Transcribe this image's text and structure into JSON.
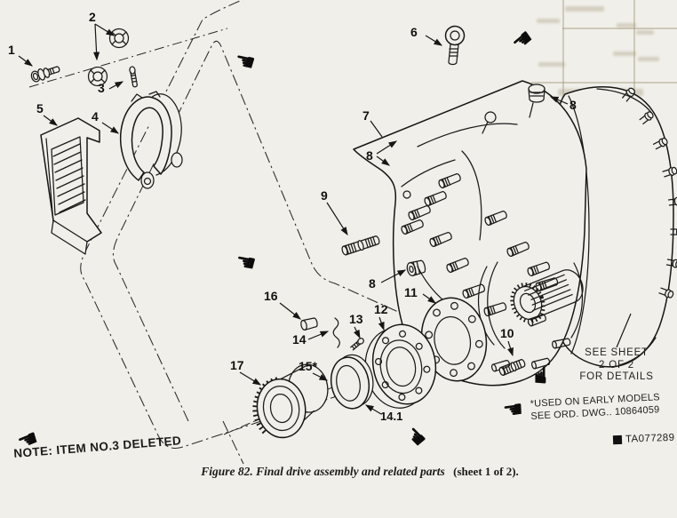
{
  "figure": {
    "caption": {
      "main": "Figure 82. Final drive assembly and related parts",
      "sheet": "(sheet 1 of 2)."
    },
    "note": "NOTE: ITEM NO.3 DELETED",
    "see_sheet": [
      "SEE SHEET",
      "2 OF 2",
      "FOR DETAILS"
    ],
    "footnote": {
      "line1": "*USED ON EARLY MODELS",
      "line2": "SEE ORD. DWG.. 10864059"
    },
    "drawing_number": "TA077289"
  },
  "labels": {
    "p1": "1",
    "p2": "2",
    "p3": "3",
    "p4": "4",
    "p5": "5",
    "p6": "6",
    "p7": "7",
    "p8": "8",
    "p9": "9",
    "p10": "10",
    "p11": "11",
    "p12": "12",
    "p13": "13",
    "p14": "14",
    "p14_1": "14.1",
    "p15": "15*",
    "p16": "16",
    "p17": "17"
  },
  "icons": {
    "change_pointer": "☚"
  },
  "colors": {
    "paper": "#f0efe9",
    "ink": "#1b1b1b"
  }
}
